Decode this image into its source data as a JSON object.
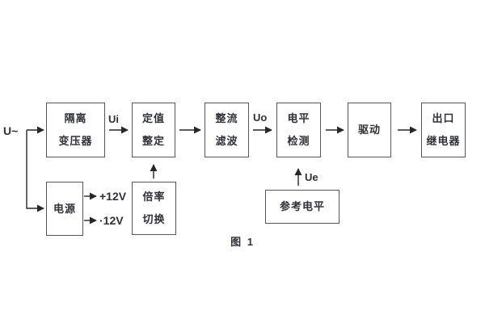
{
  "figure": {
    "caption": "图 1",
    "type": "block-diagram",
    "colors": {
      "background": "#ffffff",
      "box_border": "#54565c",
      "text": "#2f3138",
      "wire": "#27272b"
    }
  },
  "blocks": {
    "isolation_transformer": {
      "line1": "隔离",
      "line2": "变压器"
    },
    "setpoint_adjust": {
      "line1": "定值",
      "line2": "整定"
    },
    "rectifier_filter": {
      "line1": "整流",
      "line2": "滤波"
    },
    "level_detect": {
      "line1": "电平",
      "line2": "检测"
    },
    "drive": {
      "line1": "驱动"
    },
    "output_relay": {
      "line1": "出口",
      "line2": "继电器"
    },
    "power_supply": {
      "line1": "电源"
    },
    "ratio_switch": {
      "line1": "倍率",
      "line2": "切换"
    },
    "reference_level": {
      "line1": "参考电平"
    }
  },
  "labels": {
    "input_voltage": "U~",
    "ui": "Ui",
    "uo": "Uo",
    "ue": "Ue",
    "plus_12v": "+12V",
    "minus_12v": "·12V"
  }
}
